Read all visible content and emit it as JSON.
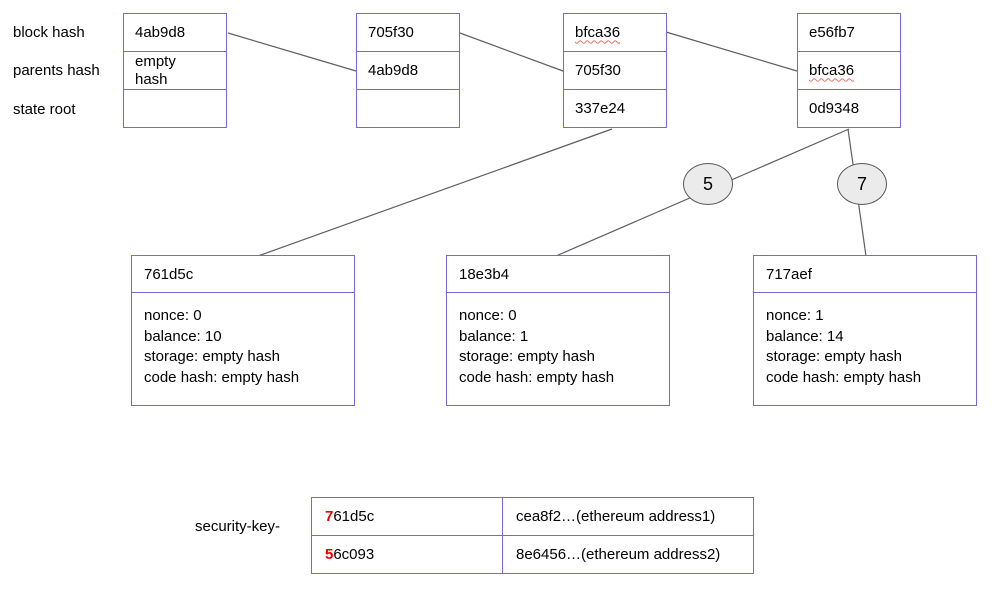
{
  "row_labels": {
    "block_hash": "block hash",
    "parents_hash": "parents hash",
    "state_root": "state root"
  },
  "blocks": [
    {
      "rows": [
        {
          "text": "4ab9d8"
        },
        {
          "text": "empty hash"
        },
        {
          "text": ""
        }
      ]
    },
    {
      "rows": [
        {
          "text": "705f30"
        },
        {
          "text": "4ab9d8"
        },
        {
          "text": ""
        }
      ]
    },
    {
      "rows": [
        {
          "text": "bfca36",
          "wavy": true
        },
        {
          "text": "705f30"
        },
        {
          "text": "337e24"
        }
      ]
    },
    {
      "rows": [
        {
          "text": "e56fb7"
        },
        {
          "text": "bfca36",
          "wavy": true
        },
        {
          "text": "0d9348"
        }
      ]
    }
  ],
  "edge_labels": [
    {
      "text": "5"
    },
    {
      "text": "7"
    }
  ],
  "accounts": [
    {
      "hash": "761d5c",
      "lines": [
        "nonce: 0",
        "balance: 10",
        "storage: empty hash",
        "code hash: empty hash"
      ]
    },
    {
      "hash": "18e3b4",
      "lines": [
        "nonce: 0",
        "balance: 1",
        "storage: empty hash",
        "code hash: empty hash"
      ]
    },
    {
      "hash": "717aef",
      "lines": [
        "nonce: 1",
        "balance: 14",
        "storage: empty hash",
        "code hash: empty hash"
      ]
    }
  ],
  "security_table": {
    "label": "security-key-",
    "rows": [
      {
        "key_prefix": "7",
        "key_rest": "61d5c",
        "value": "cea8f2…(ethereum address1)"
      },
      {
        "key_prefix": "5",
        "key_rest": "6c093",
        "value": "8e6456…(ethereum address2)"
      }
    ]
  },
  "colors": {
    "box_border": "#7c64da",
    "line": "#5f5f5f",
    "ellipse_fill": "#ebebeb",
    "ellipse_border": "#595959",
    "highlight_red": "#f00000",
    "squiggle": "#e8736c"
  }
}
